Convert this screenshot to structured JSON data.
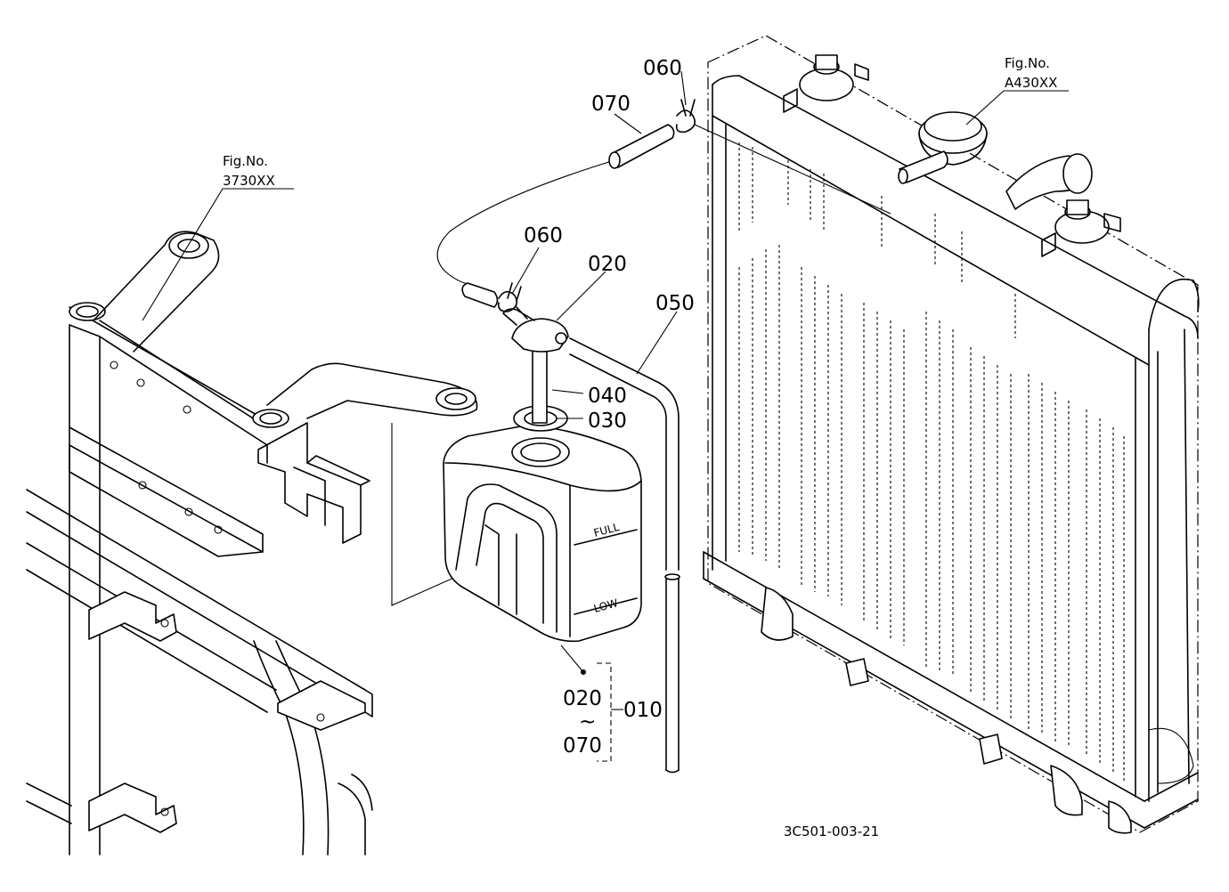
{
  "references": {
    "left": {
      "label": "Fig.No.",
      "number": "3730XX"
    },
    "right": {
      "label": "Fig.No.",
      "number": "A430XX"
    }
  },
  "parts": {
    "p060_top": "060",
    "p070": "070",
    "p060_mid": "060",
    "p020_top": "020",
    "p050": "050",
    "p040": "040",
    "p030": "030",
    "p010": "010"
  },
  "assembly_range": {
    "from": "020",
    "tilde": "~",
    "to": "070"
  },
  "tank_marks": {
    "full": "FULL",
    "low": "LOW"
  },
  "drawing_code": "3C501-003-21"
}
